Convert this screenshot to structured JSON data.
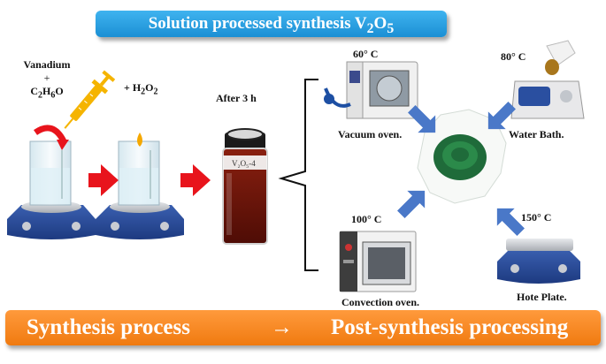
{
  "title": {
    "prefix": "Solution processed synthesis V",
    "sub1": "2",
    "mid": "O",
    "sub2": "5"
  },
  "reagents": {
    "line1": "Vanadium",
    "plus": "+",
    "line3_c": "C",
    "line3_c_sub": "2",
    "line3_h": "H",
    "line3_h_sub": "6",
    "line3_o": "O",
    "peroxide": "+ H",
    "peroxide_sub1": "2",
    "peroxide_o": "O",
    "peroxide_sub2": "2"
  },
  "after_label": "After 3 h",
  "vial_label": "V₂O₅-4",
  "equipment": [
    {
      "temp": "60° C",
      "name": "Vacuum oven."
    },
    {
      "temp": "80° C",
      "name": "Water Bath."
    },
    {
      "temp": "100° C",
      "name": "Convection oven."
    },
    {
      "temp": "150° C",
      "name": "Hote Plate."
    }
  ],
  "process_bar": {
    "left": "Synthesis process",
    "arrow": "→",
    "right": "Post-synthesis processing"
  },
  "colors": {
    "title_bar": "#2aa3e6",
    "process_bar": "#f5851f",
    "arrow_red": "#e8141c",
    "arrow_blue": "#4a78c8",
    "vial_liquid": "#6b1208"
  }
}
